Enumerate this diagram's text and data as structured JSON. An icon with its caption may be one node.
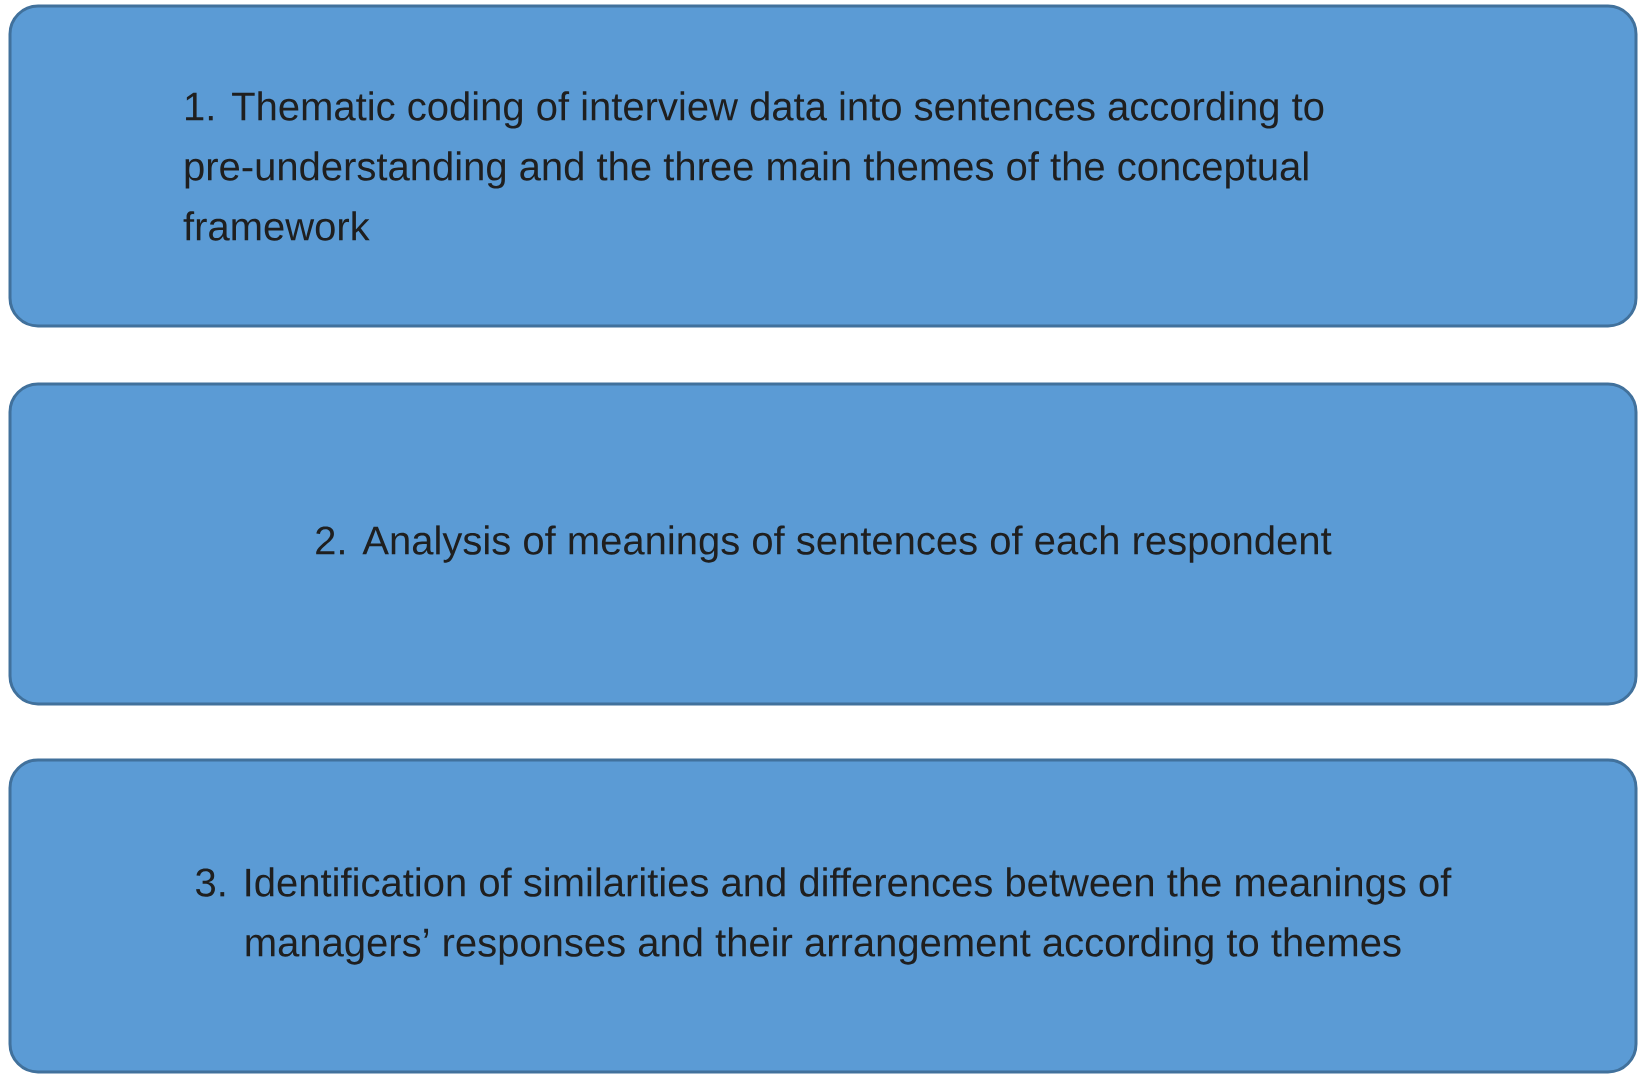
{
  "diagram": {
    "nodes": [
      {
        "text": [
          "1. Thematic coding of interview data into sentences according to pre-understanding and the three main themes of the conceptual framework"
        ]
      },
      {
        "text": [
          "2. Analysis of meanings of sentences of each respondent"
        ]
      },
      {
        "text": [
          "3. Identification of similarities and differences between the meanings of managers’ responses and their arrangement according to themes"
        ]
      }
    ]
  }
}
